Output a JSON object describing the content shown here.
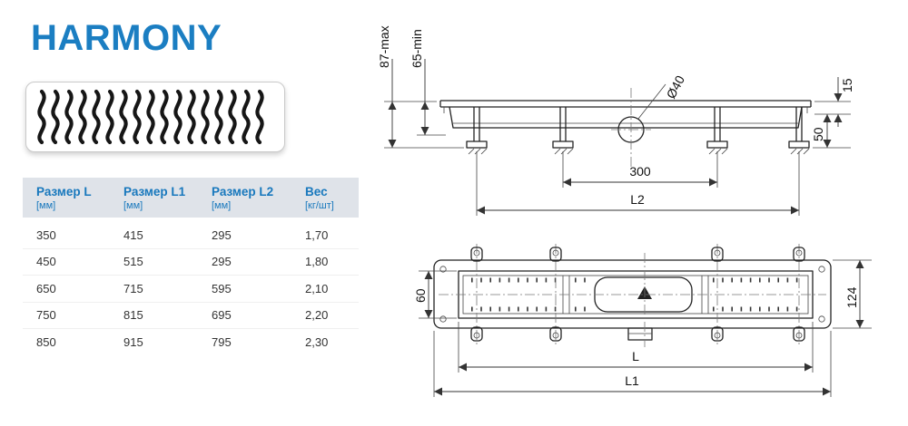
{
  "page": {
    "title": "HARMONY"
  },
  "colors": {
    "accent_blue": "#1878bd",
    "table_header_bg": "#dfe3e9",
    "drawing_line": "#222222"
  },
  "table": {
    "headers": [
      {
        "label": "Размер L",
        "unit": "[мм]"
      },
      {
        "label": "Размер L1",
        "unit": "[мм]"
      },
      {
        "label": "Размер L2",
        "unit": "[мм]"
      },
      {
        "label": "Вес",
        "unit": "[кг/шт]"
      }
    ],
    "rows": [
      [
        "350",
        "415",
        "295",
        "1,70"
      ],
      [
        "450",
        "515",
        "295",
        "1,80"
      ],
      [
        "650",
        "715",
        "595",
        "2,10"
      ],
      [
        "750",
        "815",
        "695",
        "2,20"
      ],
      [
        "850",
        "915",
        "795",
        "2,30"
      ]
    ]
  },
  "side_view": {
    "height_max": "87-max",
    "height_min": "65-min",
    "outlet_diameter": "Ø40",
    "edge_height": "15",
    "foot_height": "50",
    "feet_spacing": "300",
    "length_l2": "L2"
  },
  "plan_view": {
    "channel_width": "60",
    "body_width": "124",
    "length_l": "L",
    "length_l1": "L1"
  }
}
